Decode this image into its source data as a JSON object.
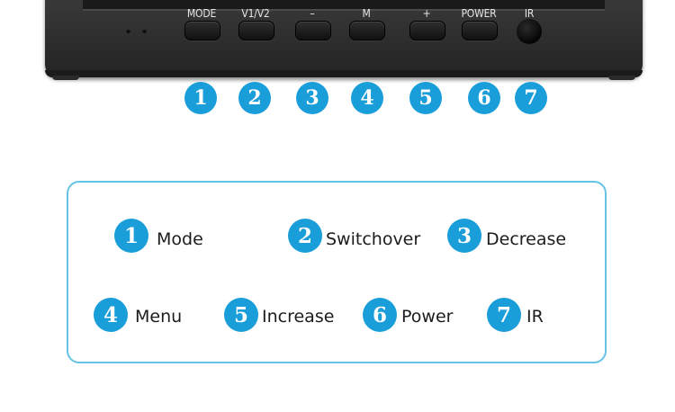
{
  "monitor": {
    "buttons": [
      {
        "num": "1",
        "label": "MODE"
      },
      {
        "num": "2",
        "label": "V1/V2"
      },
      {
        "num": "3",
        "label": "–"
      },
      {
        "num": "4",
        "label": "M"
      },
      {
        "num": "5",
        "label": "+"
      },
      {
        "num": "6",
        "label": "POWER"
      },
      {
        "num": "7",
        "label": "IR"
      }
    ]
  },
  "legend": {
    "items": [
      {
        "num": "1",
        "label": "Mode"
      },
      {
        "num": "2",
        "label": "Switchover"
      },
      {
        "num": "3",
        "label": "Decrease"
      },
      {
        "num": "4",
        "label": "Menu"
      },
      {
        "num": "5",
        "label": "Increase"
      },
      {
        "num": "6",
        "label": "Power"
      },
      {
        "num": "7",
        "label": "IR"
      }
    ]
  },
  "colors": {
    "accent": "#1a9ed9",
    "legend_border": "#67c3e6",
    "bezel": "#2f2f2f"
  }
}
